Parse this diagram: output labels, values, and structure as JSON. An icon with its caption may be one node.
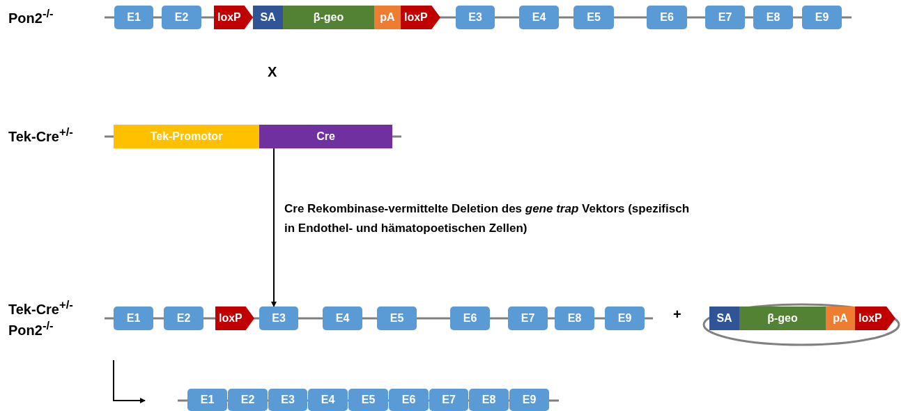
{
  "diagram": {
    "nodes": [
      {
        "text": [
          "E1"
        ]
      },
      {
        "text": [
          "E2"
        ]
      },
      {
        "text": [
          "loxP"
        ]
      },
      {
        "text": [
          "SA"
        ]
      },
      {
        "text": [
          "β-geo"
        ]
      },
      {
        "text": [
          "pA"
        ]
      },
      {
        "text": [
          "loxP"
        ]
      },
      {
        "text": [
          "E3"
        ]
      },
      {
        "text": [
          "E4"
        ]
      },
      {
        "text": [
          "E5"
        ]
      },
      {
        "text": [
          "E6"
        ]
      },
      {
        "text": [
          "E7"
        ]
      },
      {
        "text": [
          "E8"
        ]
      },
      {
        "text": [
          "E9"
        ]
      },
      {
        "text": [
          "Tek-Promotor"
        ]
      },
      {
        "text": [
          "Cre"
        ]
      },
      {
        "text": [
          "E1"
        ]
      },
      {
        "text": [
          "E2"
        ]
      },
      {
        "text": [
          "loxP"
        ]
      },
      {
        "text": [
          "E3"
        ]
      },
      {
        "text": [
          "E4"
        ]
      },
      {
        "text": [
          "E5"
        ]
      },
      {
        "text": [
          "E6"
        ]
      },
      {
        "text": [
          "E7"
        ]
      },
      {
        "text": [
          "E8"
        ]
      },
      {
        "text": [
          "E9"
        ]
      },
      {
        "text": [
          "SA"
        ]
      },
      {
        "text": [
          "β-geo"
        ]
      },
      {
        "text": [
          "pA"
        ]
      },
      {
        "text": [
          "loxP"
        ]
      },
      {
        "text": [
          "E1"
        ]
      },
      {
        "text": [
          "E2"
        ]
      },
      {
        "text": [
          "E3"
        ]
      },
      {
        "text": [
          "E4"
        ]
      },
      {
        "text": [
          "E5"
        ]
      },
      {
        "text": [
          "E6"
        ]
      },
      {
        "text": [
          "E7"
        ]
      },
      {
        "text": [
          "E8"
        ]
      },
      {
        "text": [
          "E9"
        ]
      }
    ],
    "edges": [
      {
        "from": 15,
        "to": 19,
        "arrow": "to",
        "label": "Cre Rekombinase-vermittelte Deletion des *gene trap* Vektors (spezifisch in Endothel- und hämatopoetischen Zellen)"
      }
    ],
    "labels": [
      "Pon2$^{-/-}$",
      "X",
      "Tek-Cre$^{+/-}$",
      "Tek-Cre$^{+/-}$",
      "Pon2$^{-/-}$",
      "+"
    ]
  }
}
